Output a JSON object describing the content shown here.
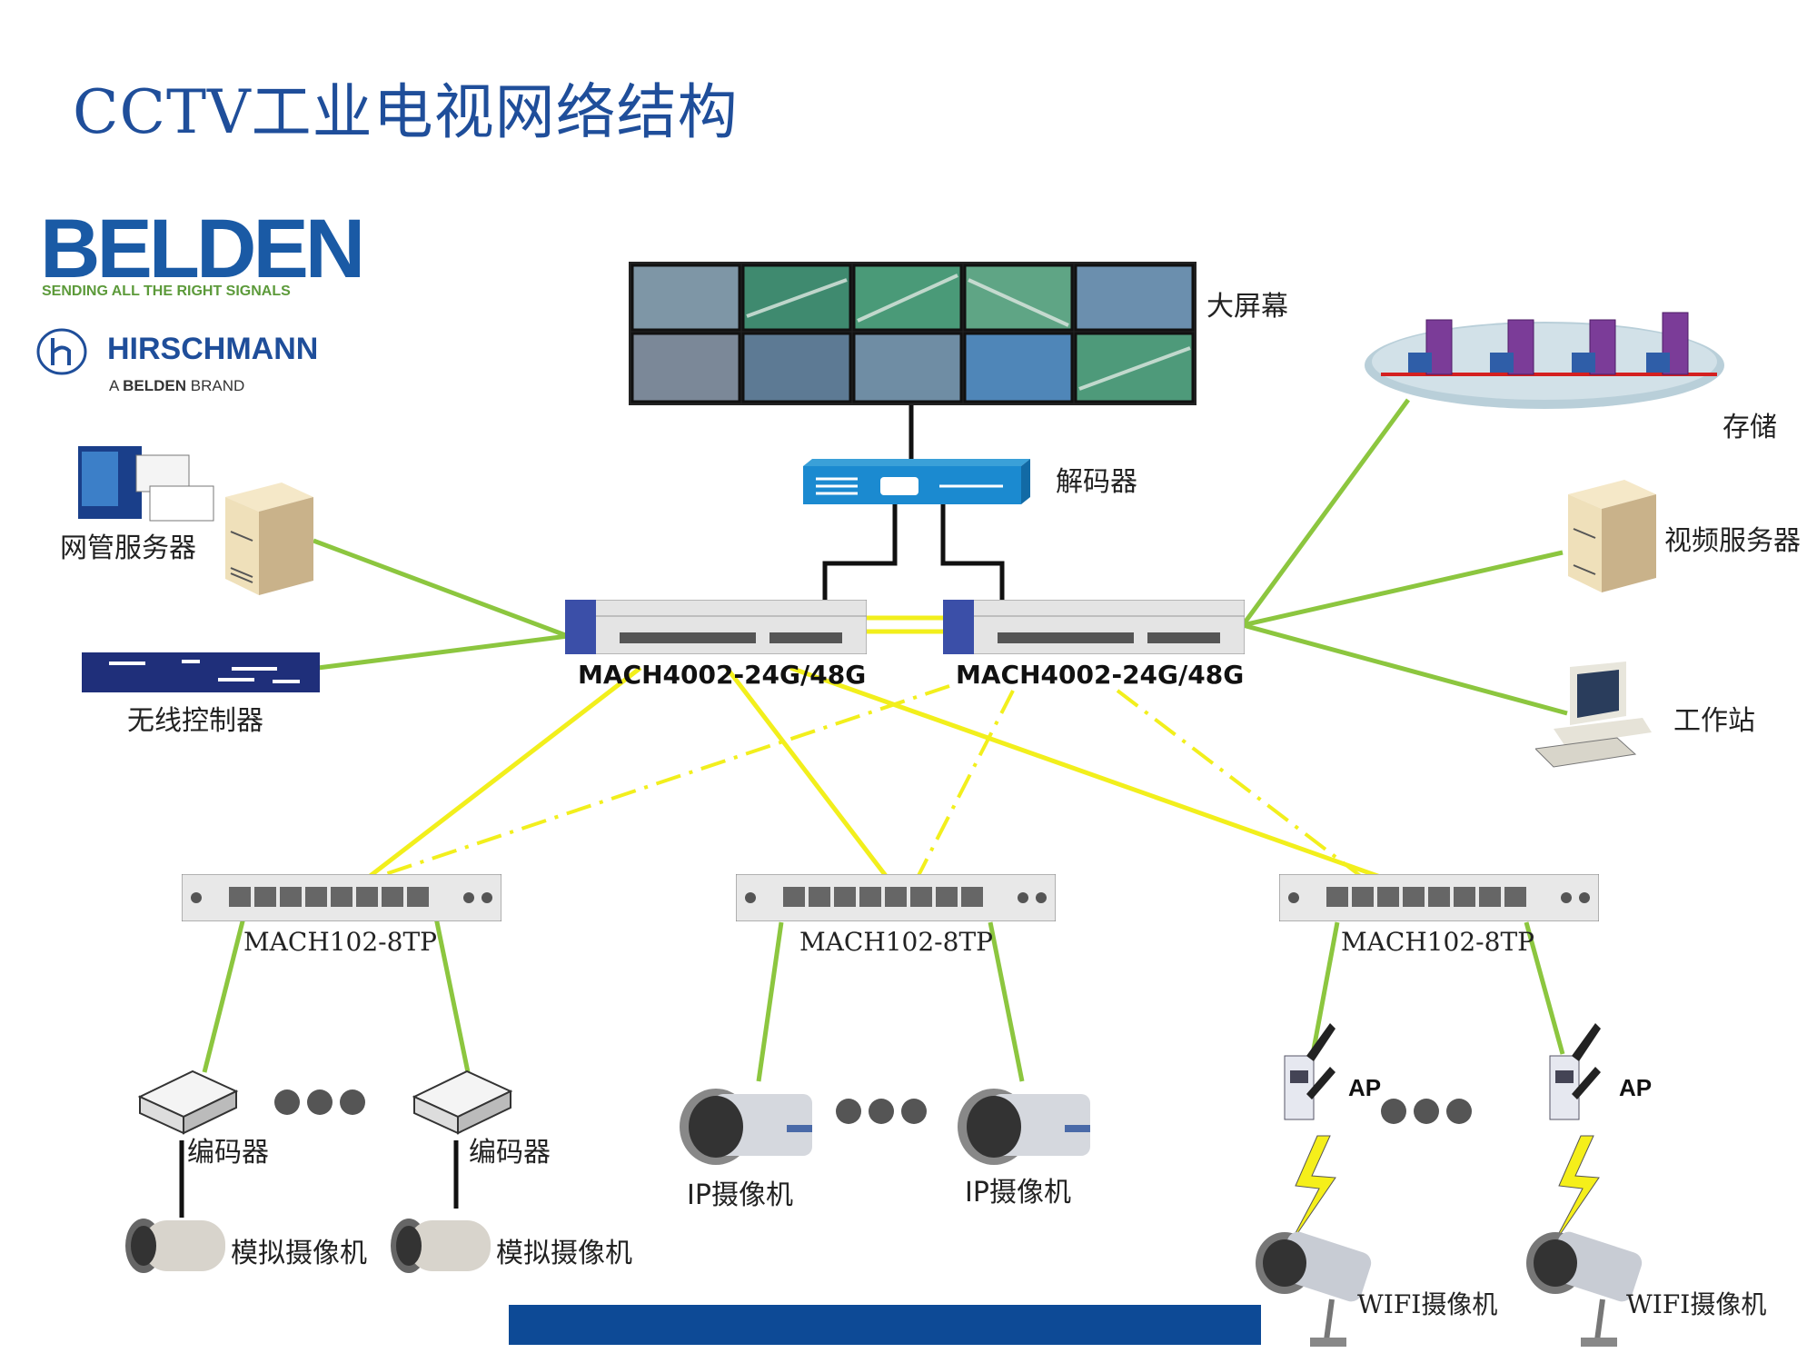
{
  "title": "CCTV工业电视网络结构",
  "brand": {
    "name": "BELDEN",
    "tagline": "SENDING ALL THE RIGHT SIGNALS",
    "sub_name": "HIRSCHMANN",
    "sub_tag_prefix": "A",
    "sub_tag_brand": "BELDEN",
    "sub_tag_suffix": "BRAND"
  },
  "devices": {
    "video_wall": "大屏幕",
    "decoder": "解码器",
    "storage": "存储",
    "nms_server": "网管服务器",
    "wireless_controller": "无线控制器",
    "video_server": "视频服务器",
    "workstation": "工作站"
  },
  "core_switches": [
    "MACH4002-24G/48G",
    "MACH4002-24G/48G"
  ],
  "access_switches": [
    "MACH102-8TP",
    "MACH102-8TP",
    "MACH102-8TP"
  ],
  "endpoints": {
    "encoder": "编码器",
    "analog_camera": "模拟摄像机",
    "ip_camera": "IP摄像机",
    "ap": "AP",
    "wifi_camera": "WIFI摄像机"
  },
  "colors": {
    "title": "#1f4e9a",
    "link_green": "#8cc63f",
    "link_yellow": "#f2ef1c",
    "link_black": "#111111",
    "bottom_bar": "#0d4a96"
  }
}
